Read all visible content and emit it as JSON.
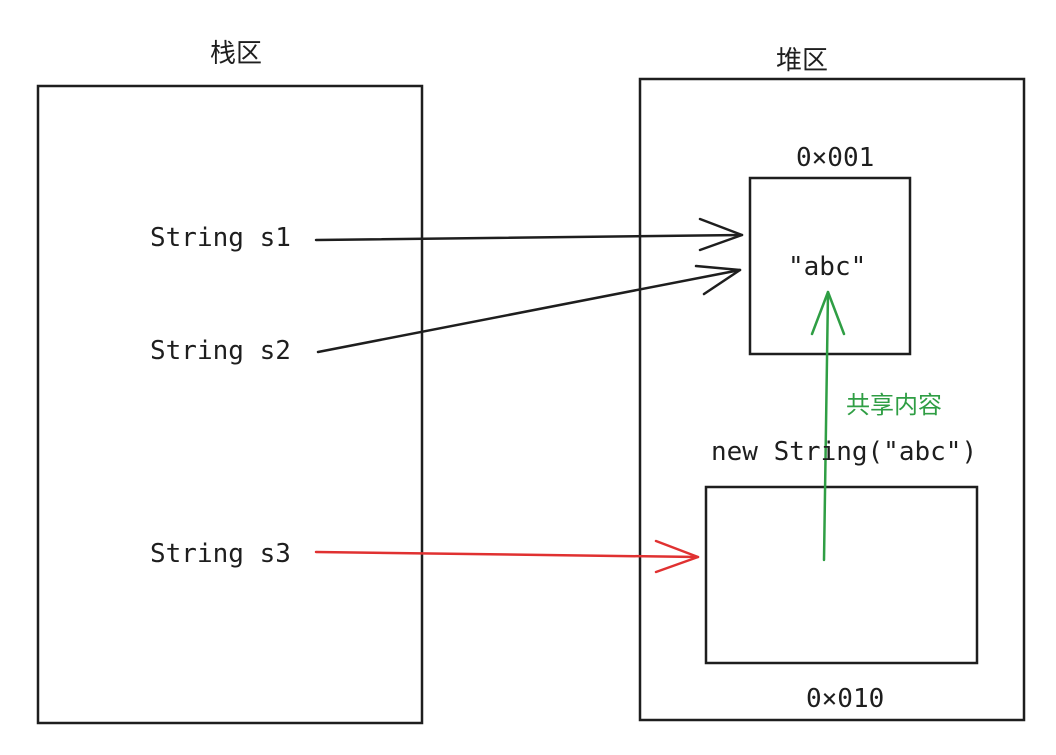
{
  "stack": {
    "title": "栈区",
    "vars": [
      "String s1",
      "String s2",
      "String s3"
    ]
  },
  "heap": {
    "title": "堆区",
    "obj1": {
      "address": "0×001",
      "content": "\"abc\""
    },
    "obj2": {
      "label": "new String(\"abc\")",
      "address": "0×010"
    },
    "share_label": "共享内容"
  },
  "colors": {
    "stroke": "#1e1e1e",
    "arrow_s3": "#e03131",
    "arrow_share": "#2f9e44"
  }
}
